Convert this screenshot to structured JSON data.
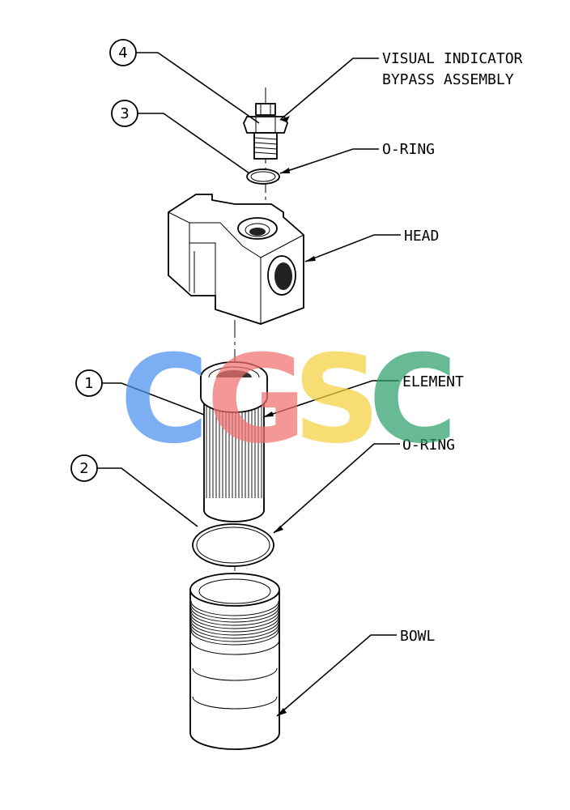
{
  "callouts": [
    {
      "id": "callout-4",
      "number": "4",
      "label_lines": [
        "VISUAL INDICATOR",
        "BYPASS ASSEMBLY"
      ]
    },
    {
      "id": "callout-3",
      "number": "3",
      "label_lines": [
        "O-RING"
      ]
    },
    {
      "id": "callout-head",
      "number": "",
      "label_lines": [
        "HEAD"
      ]
    },
    {
      "id": "callout-1",
      "number": "1",
      "label_lines": [
        "ELEMENT"
      ]
    },
    {
      "id": "callout-2",
      "number": "2",
      "label_lines": [
        "O-RING"
      ]
    },
    {
      "id": "callout-bowl",
      "number": "",
      "label_lines": [
        "BOWL"
      ]
    }
  ],
  "watermark": {
    "letters": [
      "C",
      "G",
      "S",
      "C"
    ],
    "colors": [
      "#4a8ff0",
      "#f07070",
      "#f5d040",
      "#2ea06a"
    ]
  }
}
